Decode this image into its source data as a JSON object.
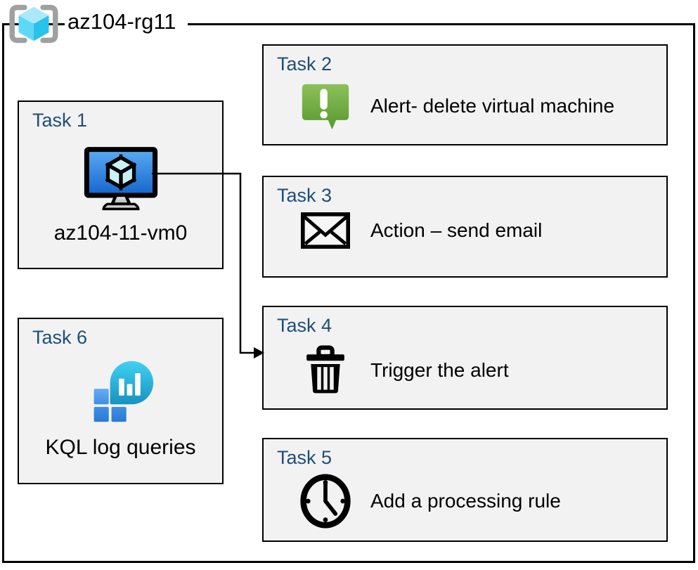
{
  "diagram": {
    "title": "az104-rg11",
    "tasks": [
      {
        "heading": "Task 1",
        "label": "az104-11-vm0",
        "icon": "virtual-machine-icon"
      },
      {
        "heading": "Task 2",
        "label": "Alert- delete virtual machine",
        "icon": "alert-icon"
      },
      {
        "heading": "Task 3",
        "label": "Action – send email",
        "icon": "email-icon"
      },
      {
        "heading": "Task 4",
        "label": "Trigger the alert",
        "icon": "trash-icon"
      },
      {
        "heading": "Task 5",
        "label": "Add a processing rule",
        "icon": "clock-icon"
      },
      {
        "heading": "Task 6",
        "label": "KQL log queries",
        "icon": "log-analytics-icon"
      }
    ],
    "connector": {
      "from": "Task 1",
      "to": "Task 4"
    },
    "colors": {
      "heading_blue": "#1F4E79",
      "box_fill": "#F2F2F2",
      "box_border": "#000000",
      "alert_green": "#6AAE3C",
      "vm_screen_blue": "#2B7FE0",
      "cube_cyan": "#35C8EC",
      "brace_gray": "#A0A0A0"
    }
  }
}
